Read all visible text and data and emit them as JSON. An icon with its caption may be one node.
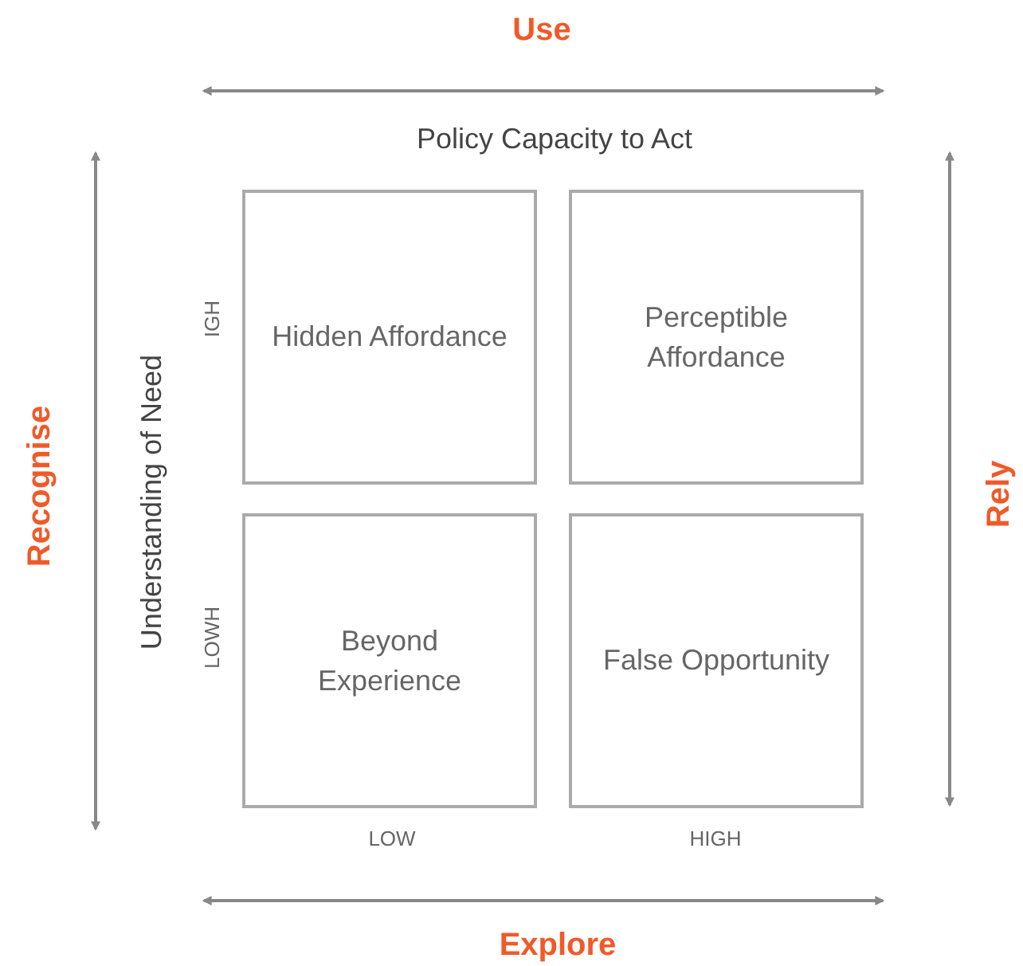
{
  "diagram": {
    "nodes": [
      {
        "text": [
          "Hidden Affordance"
        ]
      },
      {
        "text": [
          "Perceptible Affordance"
        ]
      },
      {
        "text": [
          "Beyond Experience"
        ]
      },
      {
        "text": [
          "False Opportunity"
        ]
      }
    ],
    "labels": [
      "Use",
      "Policy Capacity to Act",
      "IGH",
      "LOWH",
      "Understanding of Need",
      "Recognise",
      "Rely",
      "LOW",
      "HIGH",
      "Explore"
    ]
  }
}
